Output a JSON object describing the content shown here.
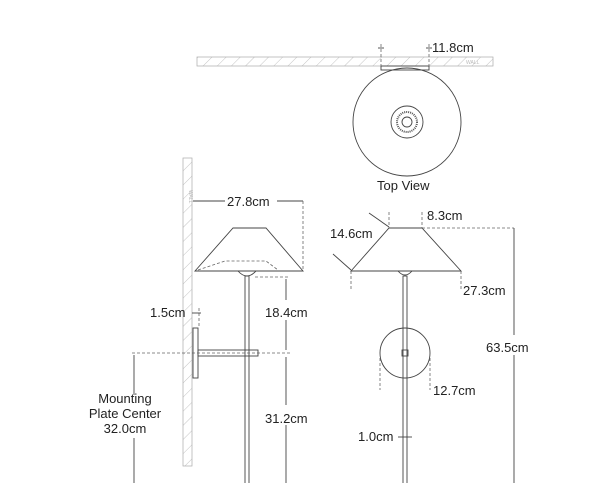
{
  "top_view": {
    "title": "Top View",
    "wall_label": "WALL",
    "plate_width": "11.8cm"
  },
  "side_view": {
    "wall_label": "WALL",
    "shade_width": "27.8cm",
    "plate_depth": "1.5cm",
    "shade_to_arm": "18.4cm",
    "arm_to_bottom": "31.2cm",
    "mounting_label_line1": "Mounting",
    "mounting_label_line2": "Plate Center",
    "mounting_value": "32.0cm"
  },
  "front_view": {
    "shade_slant": "14.6cm",
    "shade_top": "8.3cm",
    "shade_bottom": "27.3cm",
    "overall_height": "63.5cm",
    "plate_diameter": "12.7cm",
    "stem_diameter": "1.0cm"
  }
}
